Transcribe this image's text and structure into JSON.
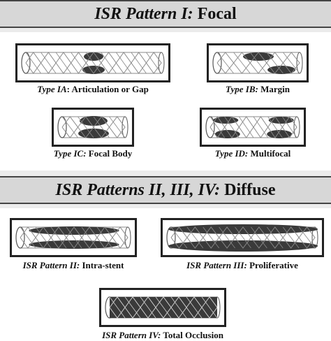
{
  "section1": {
    "title_italic": "ISR Pattern I:",
    "title_rest": " Focal"
  },
  "section2": {
    "title_italic": "ISR Patterns II, III, IV:",
    "title_rest": " Diffuse"
  },
  "captions": {
    "ia": {
      "italic": "Type IA",
      "rest": ": Articulation or Gap"
    },
    "ib": {
      "italic": "Type IB:",
      "rest": " Margin"
    },
    "ic": {
      "italic": "Type IC:",
      "rest": " Focal Body"
    },
    "id": {
      "italic": "Type ID:",
      "rest": " Multifocal"
    },
    "p2": {
      "italic": "ISR Pattern II:",
      "rest": " Intra-stent"
    },
    "p3": {
      "italic": "ISR Pattern III:",
      "rest": " Proliferative"
    },
    "p4": {
      "italic": "ISR Pattern IV:",
      "rest": " Total Occlusion"
    }
  },
  "colors": {
    "frame": "#222222",
    "lesion": "#3a3a3a",
    "strut": "#888888",
    "band": "#d7d7d7"
  }
}
